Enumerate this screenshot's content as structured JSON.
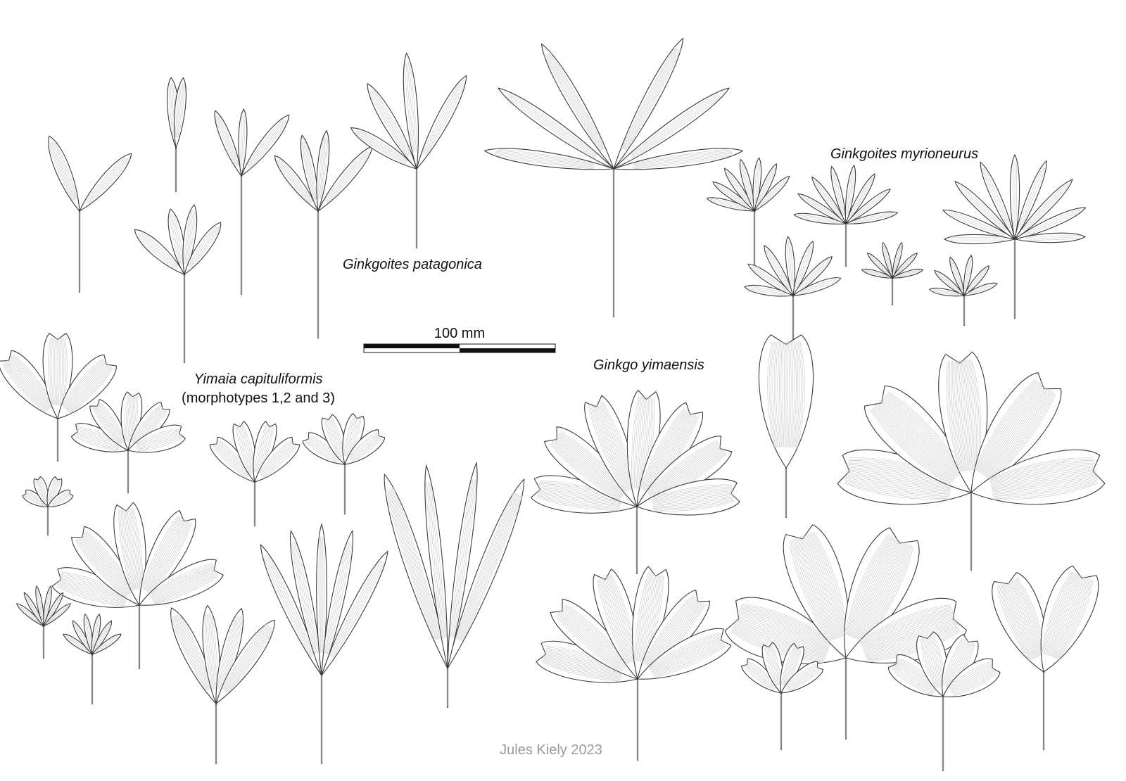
{
  "labels": {
    "patagonica": "Ginkgoites patagonica",
    "myrioneurus": "Ginkgoites myrioneurus",
    "yimaia_name": "Yimaia capituliformis",
    "yimaia_sub": "(morphotypes 1,2 and 3)",
    "yimaensis": "Ginkgo yimaensis"
  },
  "scale_bar": {
    "label": "100 mm"
  },
  "credit": "Jules Kiely 2023"
}
